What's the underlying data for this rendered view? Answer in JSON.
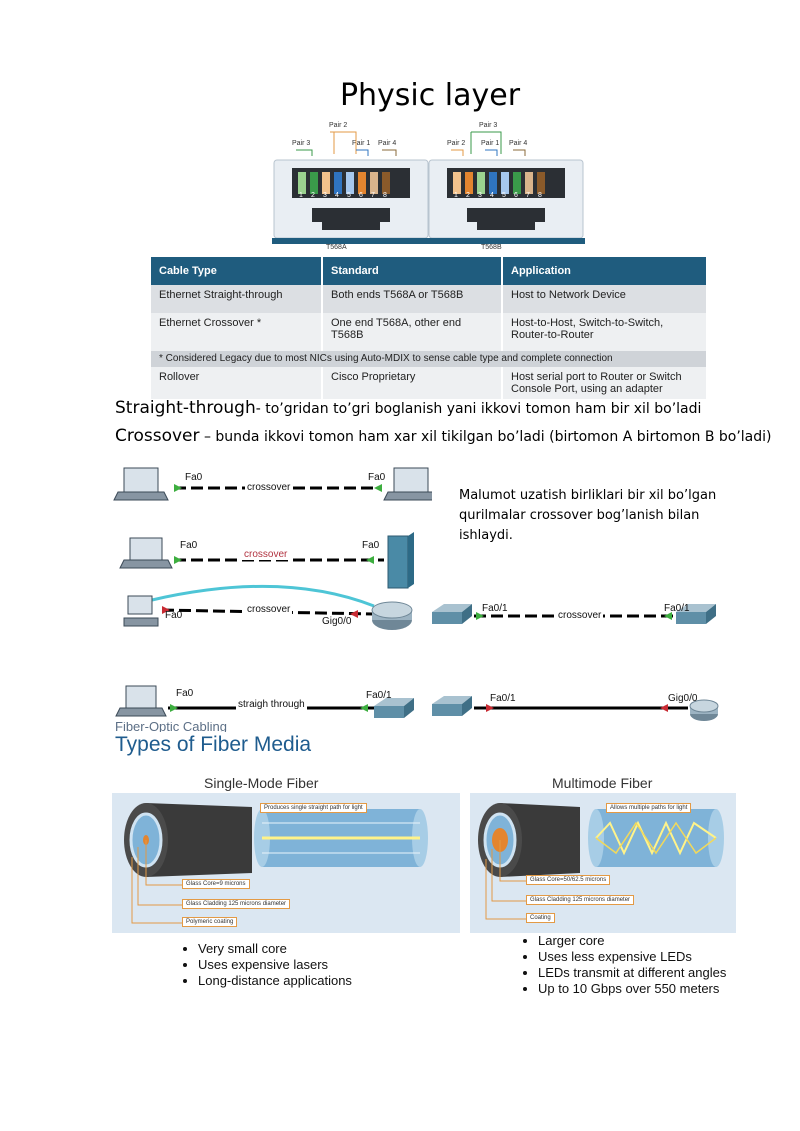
{
  "title": "Physic layer",
  "connectors": {
    "left": {
      "pairs": [
        "Pair 3",
        "Pair 2",
        "Pair 1",
        "Pair 4"
      ],
      "pins": [
        "1",
        "2",
        "3",
        "4",
        "5",
        "6",
        "7",
        "8"
      ],
      "caption": "T568A"
    },
    "right": {
      "pairs": [
        "Pair 2",
        "Pair 3",
        "Pair 1",
        "Pair 4"
      ],
      "pins": [
        "1",
        "2",
        "3",
        "4",
        "5",
        "6",
        "7",
        "8"
      ],
      "caption": "T568B"
    }
  },
  "table": {
    "headers": [
      "Cable Type",
      "Standard",
      "Application"
    ],
    "rows": [
      [
        "Ethernet Straight-through",
        "Both ends T568A or T568B",
        "Host to Network Device"
      ],
      [
        "Ethernet Crossover *",
        "One end T568A, other end T568B",
        "Host-to-Host, Switch-to-Switch, Router-to-Router"
      ]
    ],
    "note": "* Considered Legacy due to most NICs using Auto-MDIX to sense cable type and complete connection",
    "last_row": [
      "Rollover",
      "Cisco Proprietary",
      "Host serial port to Router or Switch Console Port, using an adapter"
    ]
  },
  "notes": {
    "straight_term": "Straight-through",
    "straight_desc": "- to’gridan to’gri boglanish yani ikkovi tomon ham bir xil bo’ladi",
    "cross_term": "Crossover",
    "cross_desc": " – bunda ikkovi tomon ham xar xil tikilgan bo’ladi (birtomon A birtomon B bo’ladi)"
  },
  "diagrams": {
    "d1": {
      "left": "Fa0",
      "cable": "crossover",
      "right": "Fa0"
    },
    "d2": {
      "left": "Fa0",
      "cable": "crossover",
      "right": "Fa0"
    },
    "d3": {
      "left": "Fa0",
      "cable": "crossover",
      "right": "Gig0/0"
    },
    "d4": {
      "left": "Fa0/1",
      "cable": "crossover",
      "right": "Fa0/1"
    },
    "d5": {
      "left": "Fa0",
      "cable": "straigh through",
      "right": "Fa0/1"
    },
    "d6": {
      "left": "Fa0/1",
      "right": "Gig0/0"
    }
  },
  "side_note": "Malumot uzatish birliklari bir xil bo’lgan qurilmalar crossover bog’lanish bilan ishlaydi.",
  "fiber": {
    "subtitle": "Fiber-Optic Cabling",
    "title": "Types of Fiber Media",
    "single": {
      "heading": "Single-Mode Fiber",
      "caption": "Produces single straight path for light",
      "labels": [
        "Glass Core=9 microns",
        "Glass Cladding 125 microns diameter",
        "Polymeric coating"
      ],
      "bullets": [
        "Very small core",
        "Uses expensive lasers",
        "Long-distance applications"
      ]
    },
    "multi": {
      "heading": "Multimode Fiber",
      "caption": "Allows multiple paths for light",
      "labels": [
        "Glass Core=50/62.5 microns",
        "Glass Cladding 125 microns diameter",
        "Coating"
      ],
      "bullets": [
        "Larger core",
        "Uses less expensive LEDs",
        "LEDs transmit at different angles",
        "Up to 10 Gbps over 550 meters"
      ]
    }
  },
  "colors": {
    "table_header": "#1f5c7e",
    "fiber_title": "#1f5c8e",
    "cable_link": "#4ec5d6"
  }
}
